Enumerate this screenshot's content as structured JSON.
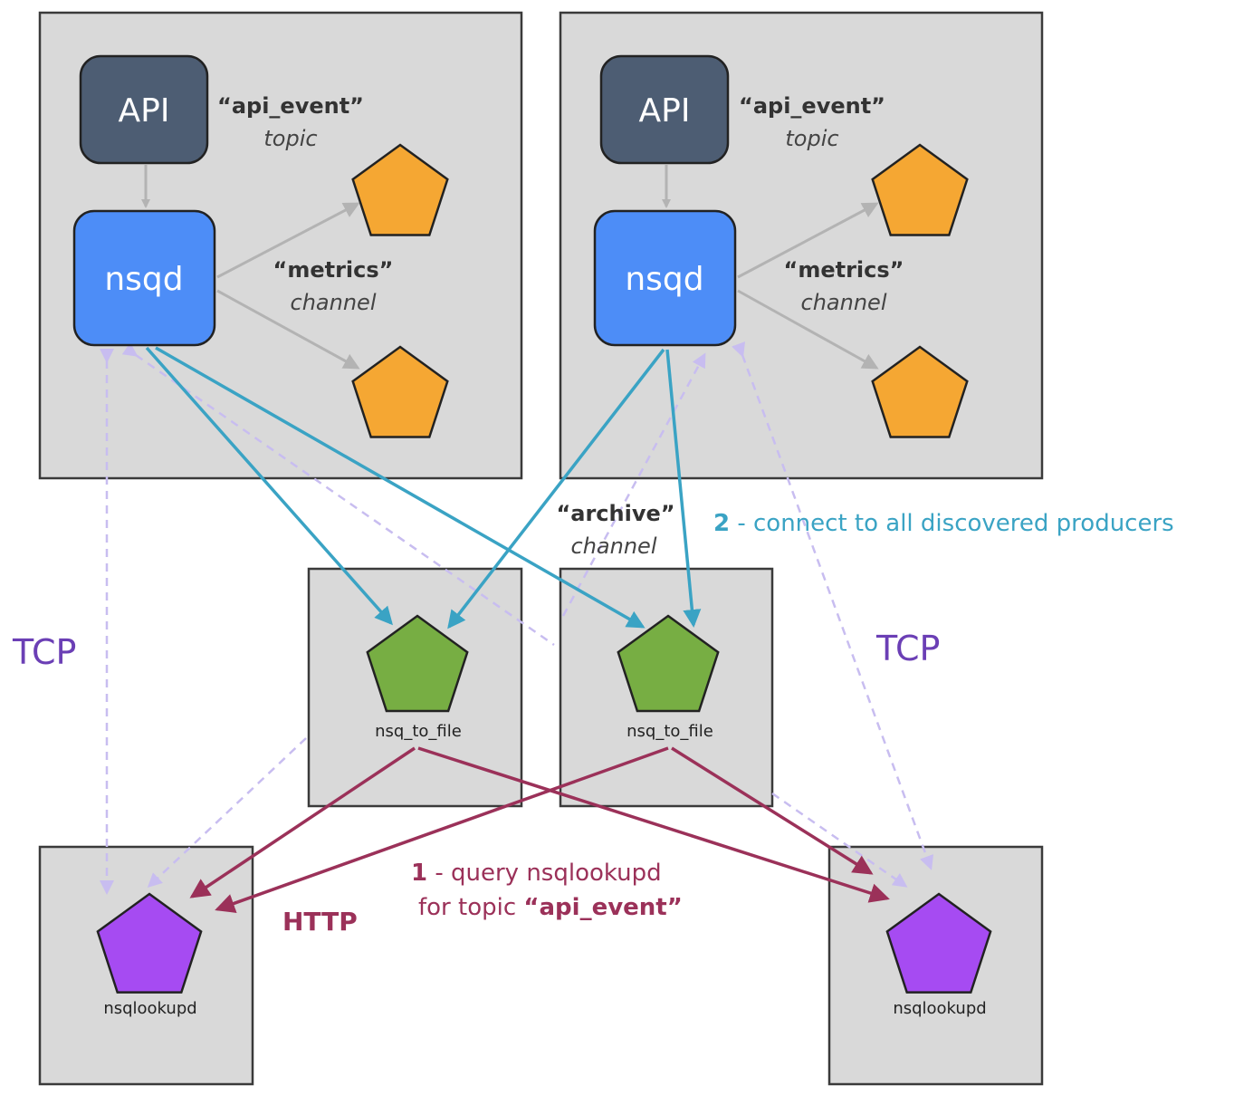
{
  "colors": {
    "box_fill": "#d9d9d9",
    "api_fill": "#4d5d73",
    "nsqd_fill": "#4d8df7",
    "channel_consumer": "#f5a733",
    "nsq_to_file": "#77ae43",
    "nsqlookupd": "#a64bf2",
    "connect_arrow": "#3aa3c4",
    "query_arrow": "#9b3159",
    "tcp_dashed": "#c8bdf0",
    "internal_arrow": "#b3b3b3"
  },
  "producers": [
    {
      "api_label": "API",
      "nsqd_label": "nsqd",
      "topic_name": "“api_event”",
      "topic_caption": "topic",
      "channel_name": "“metrics”",
      "channel_caption": "channel"
    },
    {
      "api_label": "API",
      "nsqd_label": "nsqd",
      "topic_name": "“api_event”",
      "topic_caption": "topic",
      "channel_name": "“metrics”",
      "channel_caption": "channel"
    }
  ],
  "consumers": [
    {
      "label": "nsq_to_file"
    },
    {
      "label": "nsq_to_file"
    }
  ],
  "archive_channel": {
    "name": "“archive”",
    "caption": "channel"
  },
  "lookups": [
    {
      "label": "nsqlookupd"
    },
    {
      "label": "nsqlookupd"
    }
  ],
  "annotations": {
    "tcp_left": "TCP",
    "tcp_right": "TCP",
    "http": "HTTP",
    "step2_num": "2",
    "step2_text": " - connect to all discovered producers",
    "step1_num": "1",
    "step1_line1_text": " - query nsqlookupd",
    "step1_line2_text": "for topic ",
    "step1_line2_topic": "“api_event”"
  }
}
